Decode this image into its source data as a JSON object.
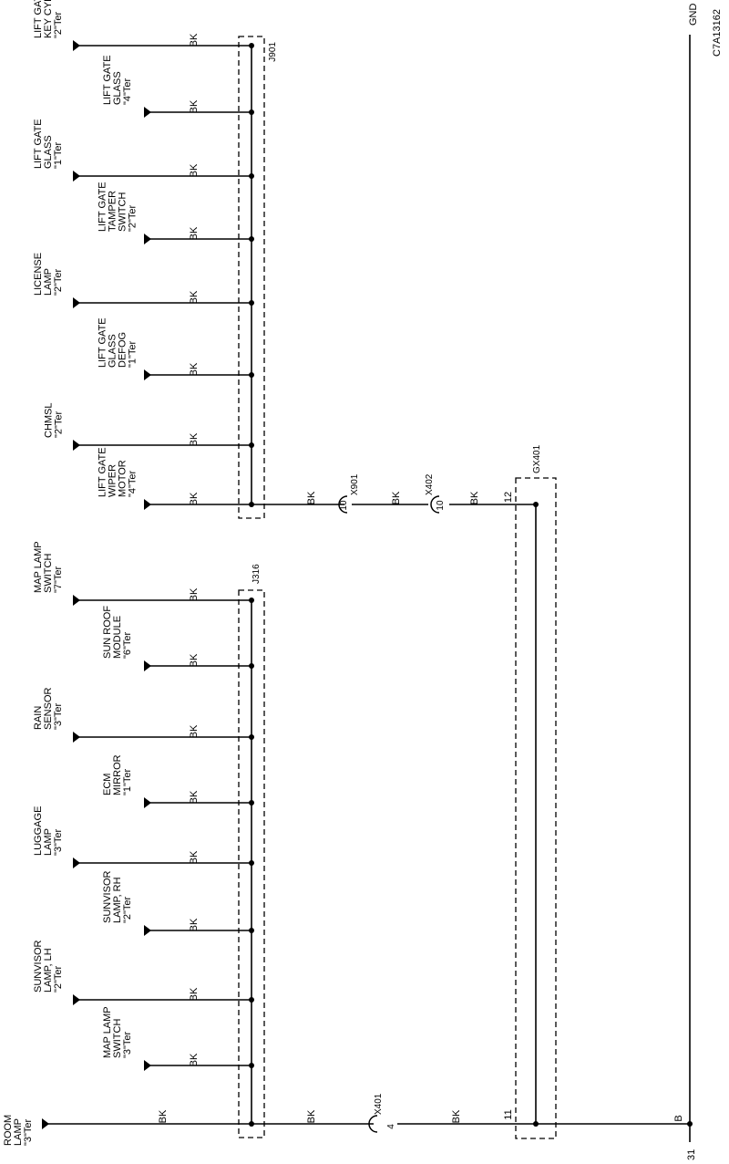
{
  "figure_ref": "C7A13162",
  "ground_label": "GND",
  "ground_pin": "31",
  "ground_wire": "B",
  "wire_color": "BK",
  "splices": {
    "upper": "J901",
    "lower": "J316"
  },
  "ground_junction": "GX401",
  "ground_junction_pins": {
    "upper": "12",
    "lower": "11"
  },
  "inline_connectors": {
    "x901": {
      "name": "X901",
      "pin": "10"
    },
    "x402": {
      "name": "X402",
      "pin": "10"
    },
    "x401": {
      "name": "X401",
      "pin": "4"
    }
  },
  "upper_components": [
    {
      "id": "liftgate-key-cylinder",
      "lines": [
        "LIFT GATE",
        "KEY CYLINDER",
        "\"2\"Ter"
      ]
    },
    {
      "id": "liftgate-glass-4",
      "lines": [
        "LIFT GATE",
        "GLASS",
        "\"4\"Ter"
      ]
    },
    {
      "id": "liftgate-glass-1",
      "lines": [
        "LIFT GATE",
        "GLASS",
        "\"1\"Ter"
      ]
    },
    {
      "id": "liftgate-tamper-switch",
      "lines": [
        "LIFT GATE",
        "TAMPER",
        "SWITCH",
        "\"2\"Ter"
      ]
    },
    {
      "id": "license-lamp",
      "lines": [
        "LICENSE",
        "LAMP",
        "\"2\"Ter"
      ]
    },
    {
      "id": "liftgate-glass-defog",
      "lines": [
        "LIFT GATE",
        "GLASS",
        "DEFOG",
        "\"1\"Ter"
      ]
    },
    {
      "id": "chmsl",
      "lines": [
        "CHMSL",
        "\"2\"Ter"
      ]
    },
    {
      "id": "liftgate-wiper-motor",
      "lines": [
        "LIFT GATE",
        "WIPER",
        "MOTOR",
        "\"4\"Ter"
      ]
    }
  ],
  "lower_components": [
    {
      "id": "map-lamp-switch-7",
      "lines": [
        "MAP LAMP",
        "SWITCH",
        "\"7\"Ter"
      ]
    },
    {
      "id": "sun-roof-module",
      "lines": [
        "SUN ROOF",
        "MODULE",
        "\"6\"Ter"
      ]
    },
    {
      "id": "rain-sensor",
      "lines": [
        "RAIN",
        "SENSOR",
        "\"3\"Ter"
      ]
    },
    {
      "id": "ecm-mirror",
      "lines": [
        "ECM",
        "MIRROR",
        "\"1\"Ter"
      ]
    },
    {
      "id": "luggage-lamp",
      "lines": [
        "LUGGAGE",
        "LAMP",
        "\"3\"Ter"
      ]
    },
    {
      "id": "sunvisor-lamp-rh",
      "lines": [
        "SUNVISOR",
        "LAMP, RH",
        "\"2\"Ter"
      ]
    },
    {
      "id": "sunvisor-lamp-lh",
      "lines": [
        "SUNVISOR",
        "LAMP, LH",
        "\"2\"Ter"
      ]
    },
    {
      "id": "map-lamp-switch-3",
      "lines": [
        "MAP LAMP",
        "SWITCH",
        "\"3\"Ter"
      ]
    },
    {
      "id": "room-lamp",
      "lines": [
        "ROOM",
        "LAMP",
        "\"3\"Ter"
      ]
    }
  ]
}
